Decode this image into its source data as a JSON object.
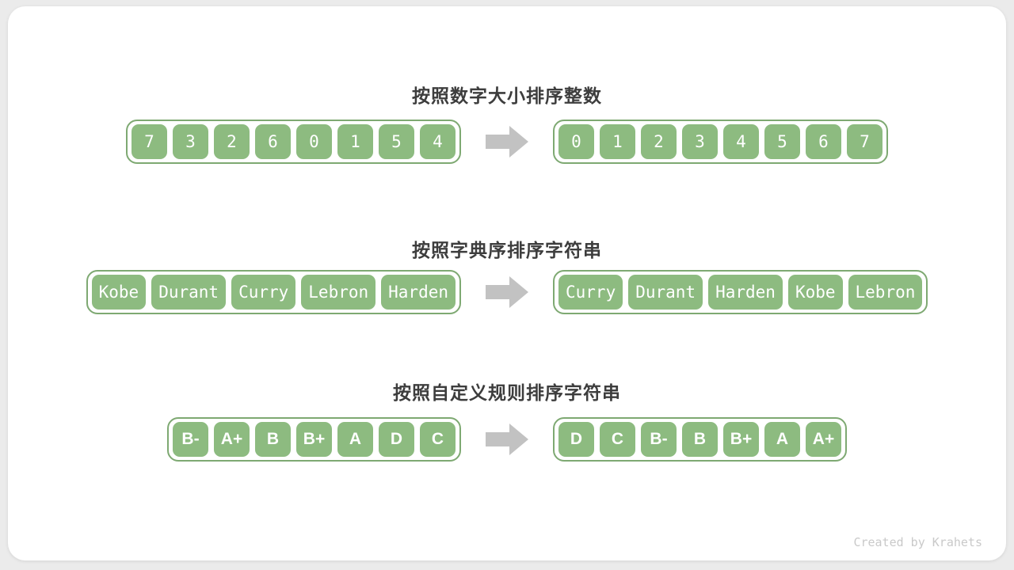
{
  "page": {
    "watermark": "Created by Krahets"
  },
  "colors": {
    "background": "#ebebeb",
    "card": "#ffffff",
    "cell_fill": "#8dbb80",
    "array_border": "#7ea972",
    "title_text": "#3d3d3d",
    "cell_text": "#ffffff",
    "arrow": "#c2c2c2",
    "watermark_text": "#c9c9c9"
  },
  "rows": [
    {
      "title": "按照数字大小排序整数",
      "unsorted": [
        "7",
        "3",
        "2",
        "6",
        "0",
        "1",
        "5",
        "4"
      ],
      "sorted": [
        "0",
        "1",
        "2",
        "3",
        "4",
        "5",
        "6",
        "7"
      ]
    },
    {
      "title": "按照字典序排序字符串",
      "unsorted": [
        "Kobe",
        "Durant",
        "Curry",
        "Lebron",
        "Harden"
      ],
      "sorted": [
        "Curry",
        "Durant",
        "Harden",
        "Kobe",
        "Lebron"
      ]
    },
    {
      "title": "按照自定义规则排序字符串",
      "unsorted": [
        "B-",
        "A+",
        "B",
        "B+",
        "A",
        "D",
        "C"
      ],
      "sorted": [
        "D",
        "C",
        "B-",
        "B",
        "B+",
        "A",
        "A+"
      ]
    }
  ]
}
